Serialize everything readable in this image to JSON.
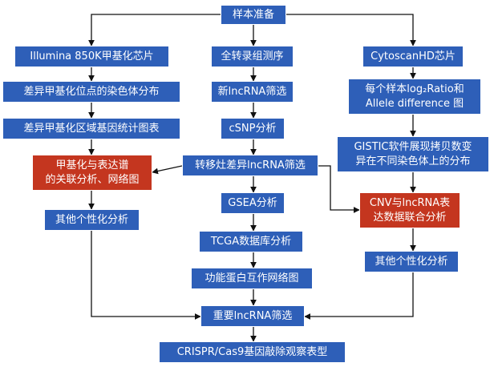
{
  "colors": {
    "box_blue": "#2e5fb8",
    "box_red": "#c4361f",
    "arrow": "#111111"
  },
  "nodes": {
    "prep": "样本准备",
    "illumina": "Illumina 850K甲基化芯片",
    "transcriptome": "全转录组测序",
    "cytoscan": "CytoscanHD芯片",
    "dm_sites": "差异甲基化位点的染色体分布",
    "new_lncrna": "新lncRNA筛选",
    "log2ratio": "每个样本log₂Ratio和\nAllele difference 图",
    "dm_regions": "差异甲基化区域基因统计图表",
    "csnp": "cSNP分析",
    "gistic": "GISTIC软件展现拷贝数变\n异在不同染色体上的分布",
    "methyl_expr": "甲基化与表达谱\n的关联分析、网络图",
    "transposon": "转移灶差异lncRNA筛选",
    "gsea": "GSEA分析",
    "cnv_lncrna": "CNV与lncRNA表\n达数据联合分析",
    "other_left": "其他个性化分析",
    "tcga": "TCGA数据库分析",
    "other_right": "其他个性化分析",
    "ppi": "功能蛋白互作网络图",
    "key_lncrna": "重要lncRNA筛选",
    "crispr": "CRISPR/Cas9基因敲除观察表型"
  }
}
